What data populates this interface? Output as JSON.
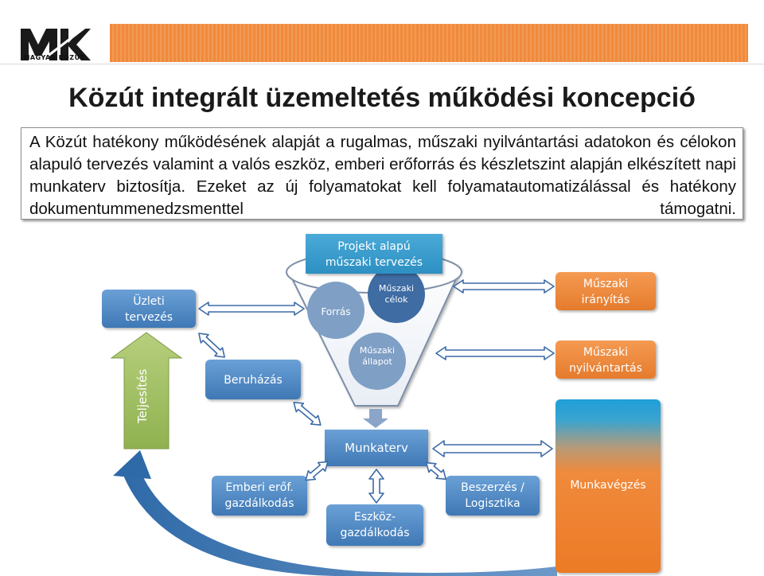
{
  "logo": {
    "caption": "MAGYAR KÖZÚT"
  },
  "title": "Közút integrált üzemeltetés működési koncepció",
  "intro": "A Közút hatékony működésének alapját a rugalmas, műszaki nyilvántartási adatokon és célokon alapuló tervezés valamint a valós eszköz, emberi erőforrás és készletszint alapján elkészített napi munkaterv biztosítja. Ezeket az új folyamatokat kell folyamatautomatizálással és hatékony dokumentummenedzsmenttel támogatni.",
  "diagram": {
    "projekt": [
      "Projekt alapú",
      "műszaki tervezés"
    ],
    "forras": "Forrás",
    "celok": [
      "Műszaki",
      "célok"
    ],
    "allapot": [
      "Műszaki",
      "állapot"
    ],
    "uzleti": [
      "Üzleti",
      "tervezés"
    ],
    "beruhazas": "Beruházás",
    "teljesites": "Teljesítés",
    "munkaterv": "Munkaterv",
    "iranyitas": [
      "Műszaki",
      "irányítás"
    ],
    "nyilvantartas": [
      "Műszaki",
      "nyilvántartás"
    ],
    "emberi": [
      "Emberi erőf.",
      "gazdálkodás"
    ],
    "eszkoz": [
      "Eszköz-",
      "gazdálkodás"
    ],
    "beszerzes": [
      "Beszerzés /",
      "Logisztika"
    ],
    "munkavegzes": "Munkavégzés"
  },
  "colors": {
    "blue_box": "#4a86c0",
    "orange_box": "#f08a3c",
    "orange_banner": "#f2994f",
    "teal_title": "#3b9fcd",
    "gray_blue_circle": "#7f9fc5",
    "dark_blue_circle": "#3e6ca3",
    "green_arrow": "#9bbb59",
    "arrow_blue": "#3c6aa6"
  }
}
